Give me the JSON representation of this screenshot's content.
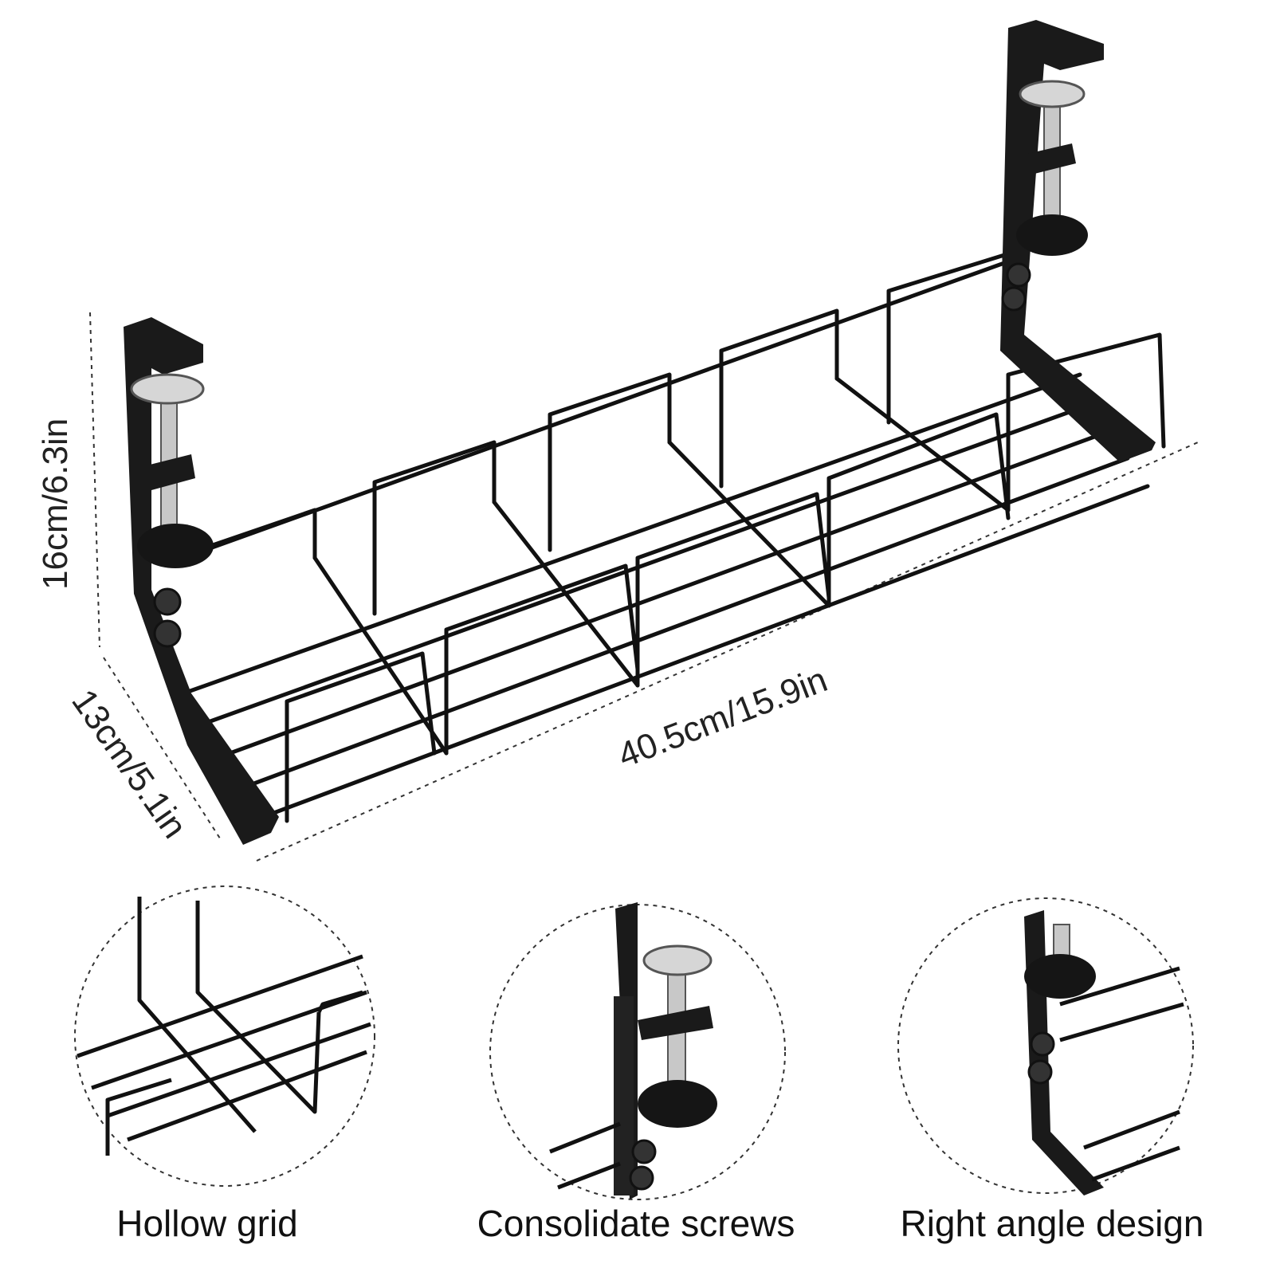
{
  "dimensions": {
    "height": "16cm/6.3in",
    "length": "40.5cm/15.9in",
    "depth": "13cm/5.1in"
  },
  "features": [
    {
      "label": "Hollow grid"
    },
    {
      "label": "Consolidate screws"
    },
    {
      "label": "Right angle design"
    }
  ],
  "colors": {
    "wire": "#111111",
    "clamp": "#1a1a1a",
    "screw": "#c8c8c8",
    "background": "#ffffff"
  }
}
